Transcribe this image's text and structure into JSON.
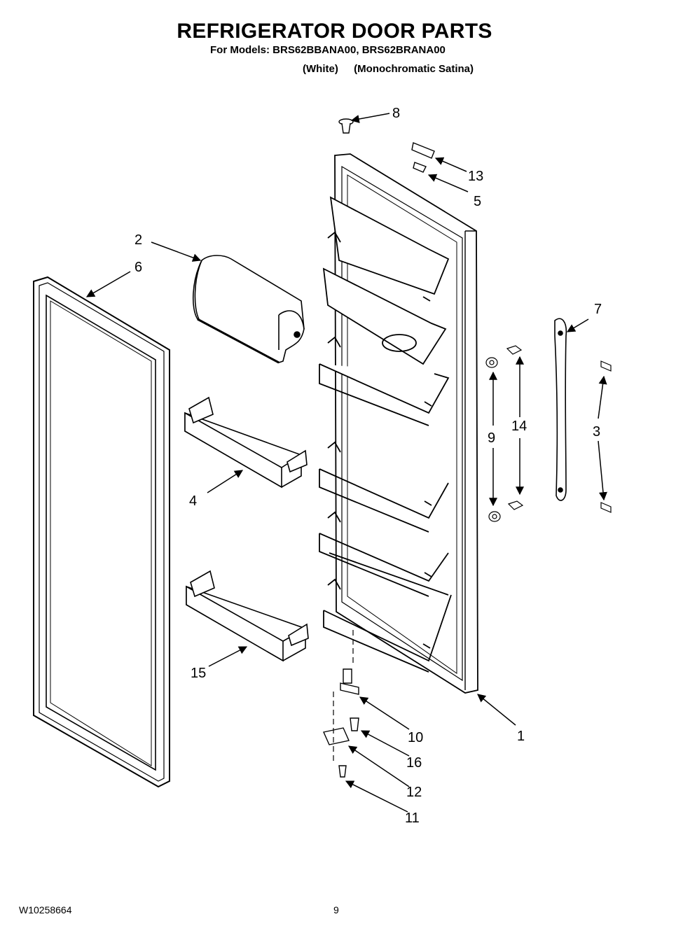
{
  "header": {
    "title": "REFRIGERATOR DOOR PARTS",
    "models_line": "For Models: BRS62BBANA00, BRS62BRANA00",
    "color_1": "(White)",
    "color_2": "(Monochromatic Satina)"
  },
  "callouts": {
    "c1": "1",
    "c2": "2",
    "c3": "3",
    "c4": "4",
    "c5": "5",
    "c6": "6",
    "c7": "7",
    "c8": "8",
    "c9": "9",
    "c10": "10",
    "c11": "11",
    "c12": "12",
    "c13": "13",
    "c14": "14",
    "c15": "15",
    "c16": "16"
  },
  "footer": {
    "doc_number": "W10258664",
    "page_number": "9"
  }
}
